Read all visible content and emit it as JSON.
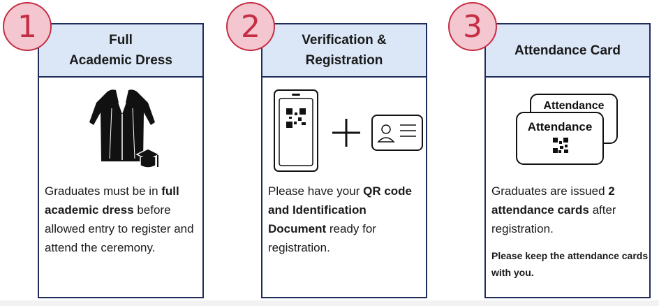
{
  "steps": [
    {
      "number": "1",
      "title": "Full\nAcademic Dress",
      "description": {
        "pre": "Graduates must be in ",
        "bold": "full academic dress",
        "post": " before allowed entry to register and attend the ceremony."
      },
      "icons": [
        "graduation-gown-icon",
        "mortarboard-icon"
      ]
    },
    {
      "number": "2",
      "title": "Verification &\nRegistration",
      "description": {
        "pre": "Please have your ",
        "bold": "QR code and Identification Document",
        "post": " ready for registration."
      },
      "icons": [
        "phone-qr-icon",
        "plus-icon",
        "id-card-icon"
      ]
    },
    {
      "number": "3",
      "title": "Attendance Card",
      "description": {
        "pre": "Graduates are issued ",
        "bold": "2 attendance cards",
        "post": " after registration."
      },
      "note": "Please keep the attendance cards with you.",
      "card_labels": [
        "Attendance",
        "Attendance"
      ],
      "icons": [
        "attendance-card-icon",
        "qr-code-icon"
      ]
    }
  ],
  "colors": {
    "header_fill": "#dbe7f7",
    "border": "#1f2d5c",
    "badge_fill": "#f4c6cf",
    "badge_stroke": "#c42e45"
  }
}
